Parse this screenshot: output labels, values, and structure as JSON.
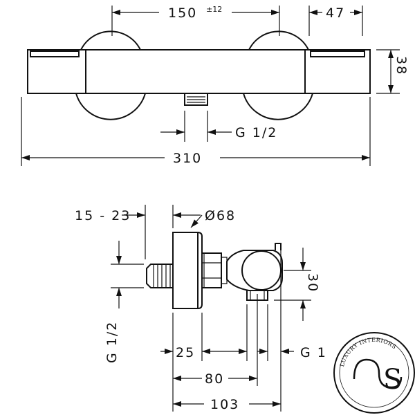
{
  "top_view": {
    "dim_150": "150",
    "dim_150_tol": "±12",
    "dim_47": "47",
    "dim_38": "38",
    "dim_g12": "G 1/2",
    "dim_310": "310"
  },
  "side_view": {
    "dim_15_23": "15 - 23",
    "dim_d68": "Ø68",
    "dim_30": "30",
    "dim_g12_vertical": "G 1/2",
    "dim_25": "25",
    "dim_g1_partial": "G 1",
    "dim_80": "80",
    "dim_103": "103"
  },
  "watermark": {
    "text": "LUXURY INTERIORS",
    "monogram": "S"
  }
}
